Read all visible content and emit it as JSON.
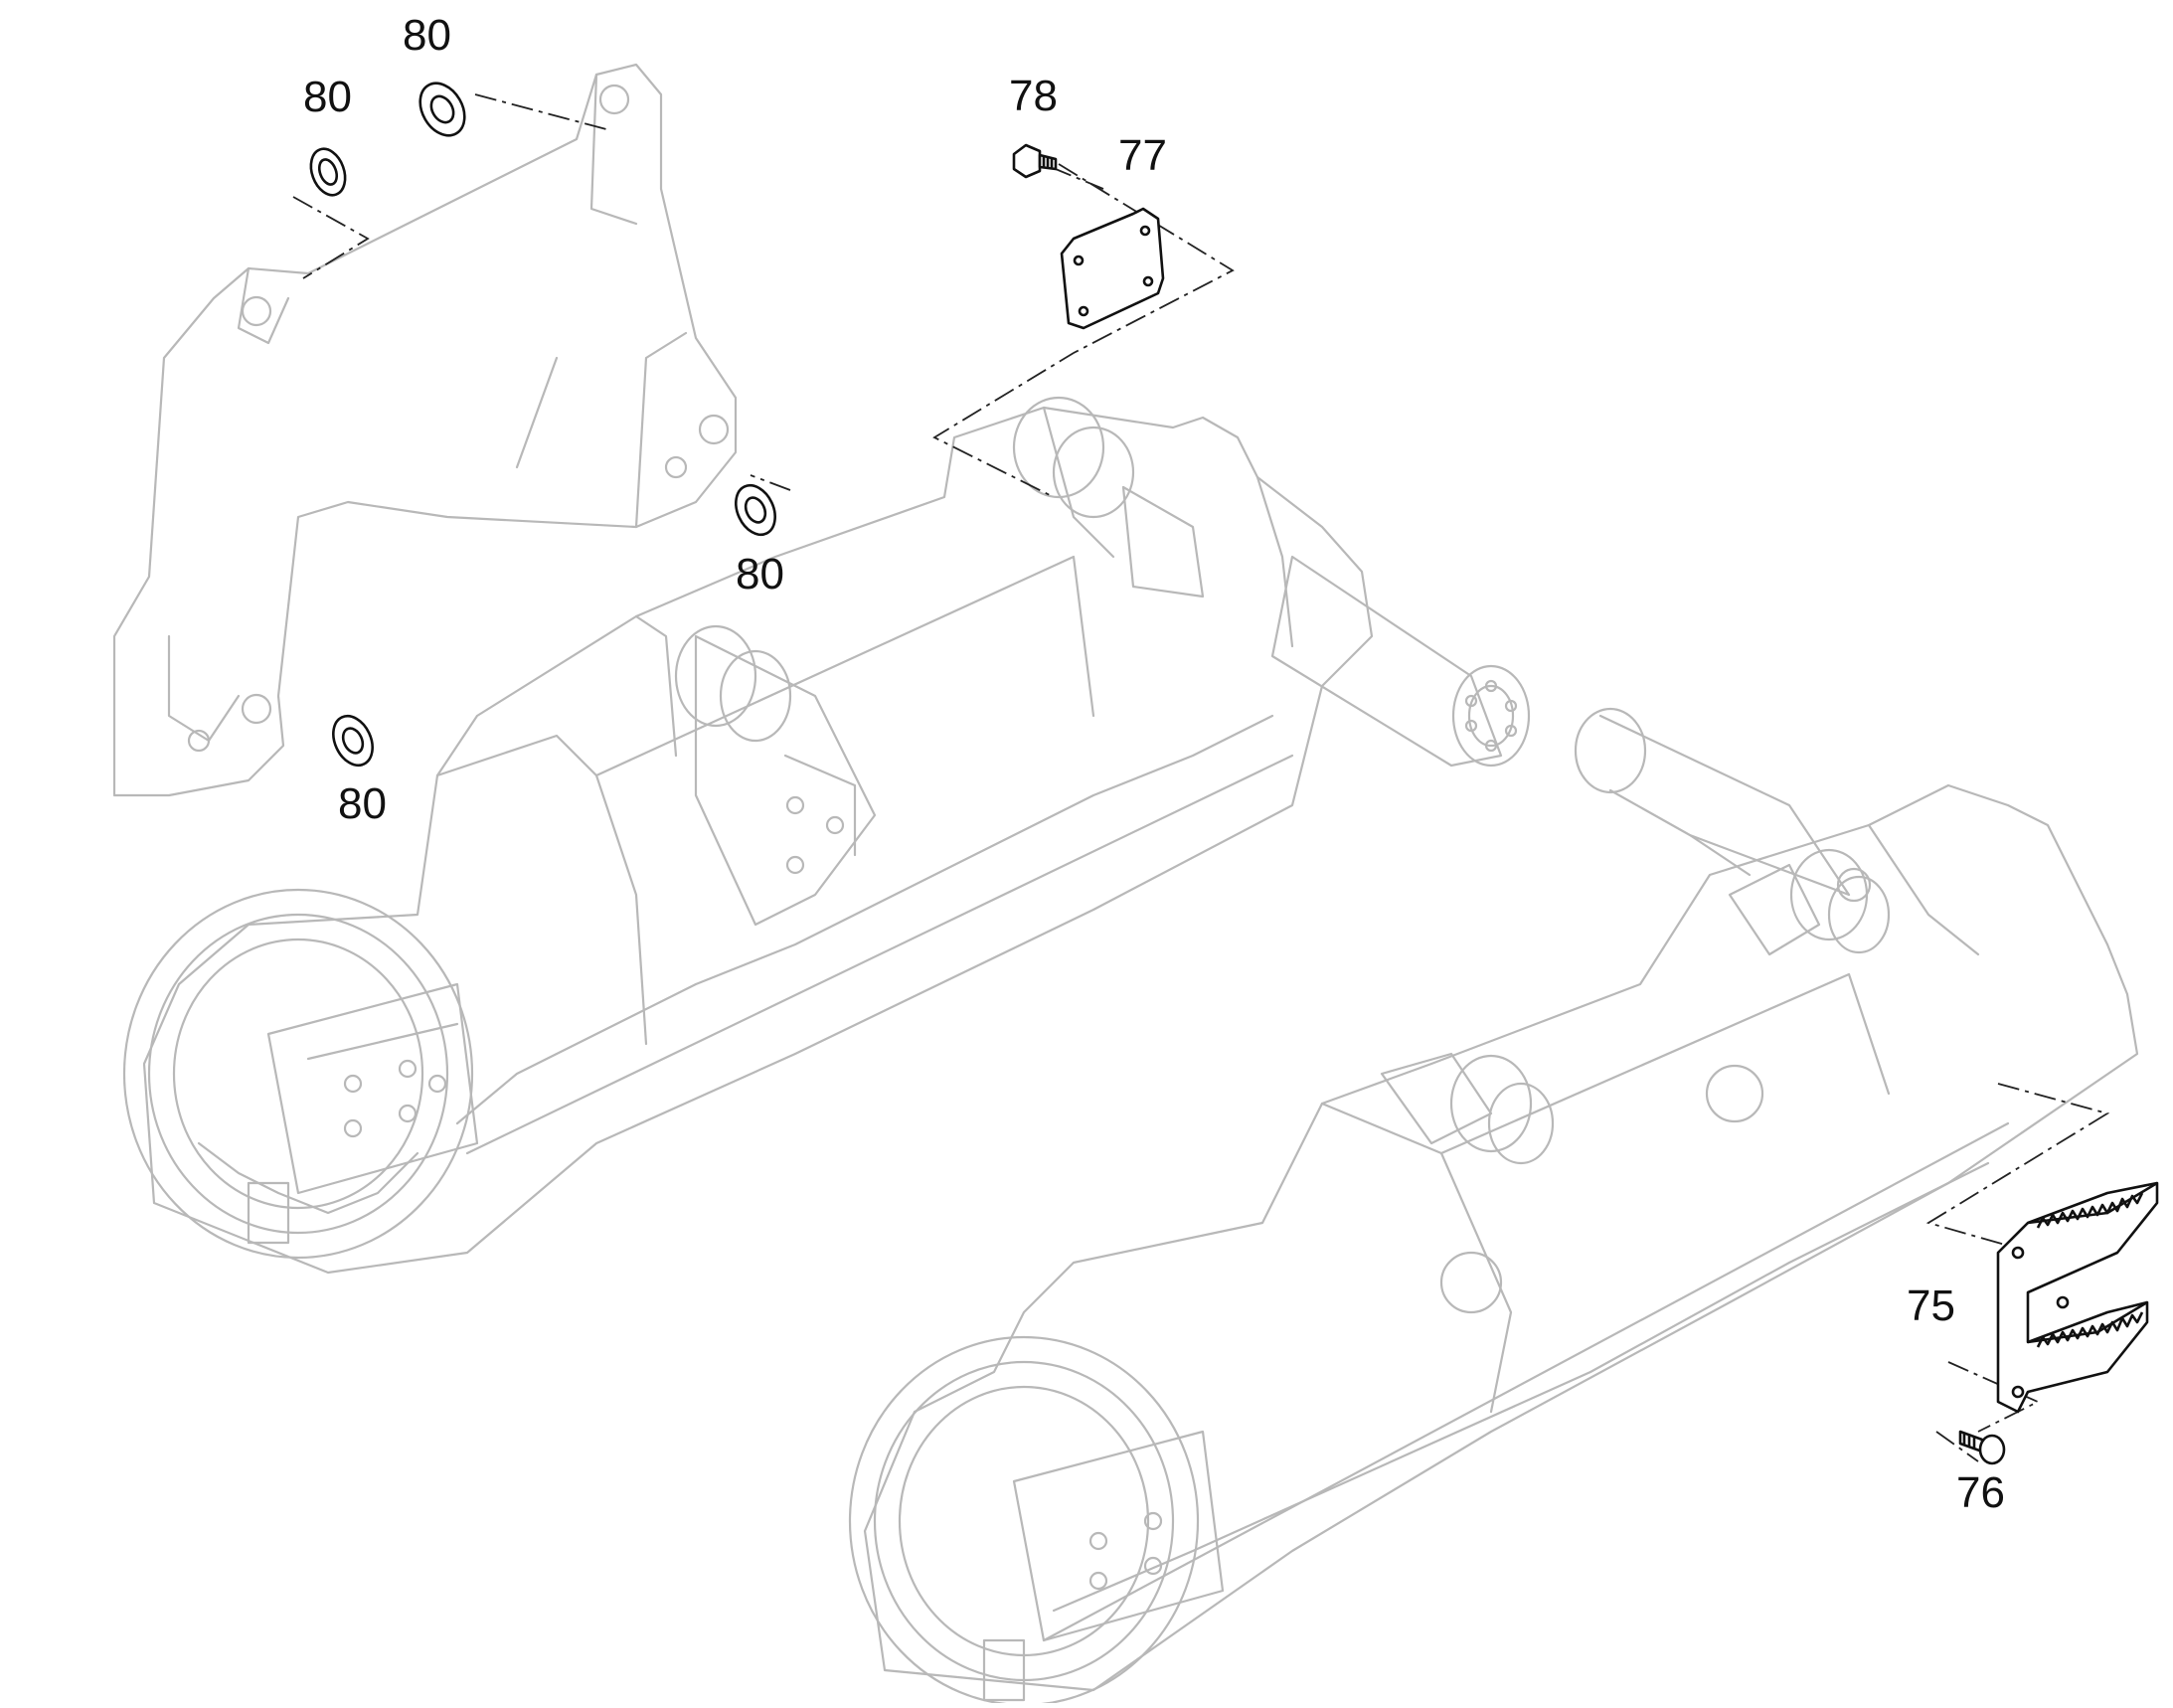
{
  "diagram": {
    "title": "",
    "colors": {
      "part_outline": "#b8b8b8",
      "highlight_outline": "#111111",
      "leader_line": "#222222",
      "background": "#ffffff"
    },
    "callouts": [
      {
        "id": "c80a",
        "label": "80"
      },
      {
        "id": "c80b",
        "label": "80"
      },
      {
        "id": "c78",
        "label": "78"
      },
      {
        "id": "c77",
        "label": "77"
      },
      {
        "id": "c80c",
        "label": "80"
      },
      {
        "id": "c80d",
        "label": "80"
      },
      {
        "id": "c75",
        "label": "75"
      },
      {
        "id": "c76",
        "label": "76"
      }
    ]
  }
}
